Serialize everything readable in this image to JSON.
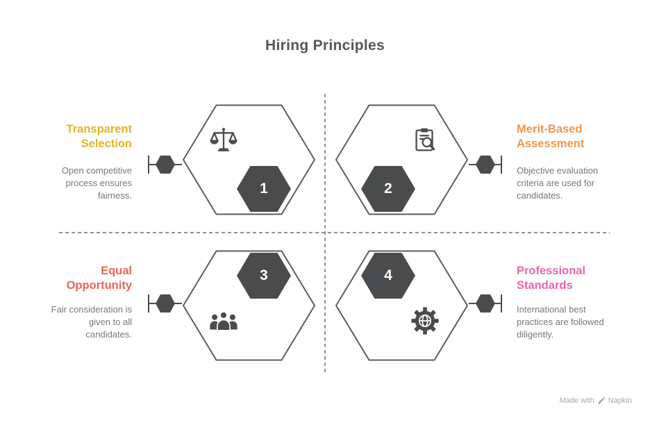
{
  "page": {
    "title": "Hiring Principles"
  },
  "colors": {
    "heading": "#55565A",
    "body_text": "#77787B",
    "hexagon_fill": "#4A4B4D",
    "hexagon_stroke": "#5B5C5F",
    "divider": "#8F9093",
    "footer_text": "#A7A8AA"
  },
  "principles": [
    {
      "number": "1",
      "title": "Transparent Selection",
      "description": "Open competitive process ensures fairness.",
      "color": "#E6B422",
      "icon": "scales-icon"
    },
    {
      "number": "2",
      "title": "Merit-Based Assessment",
      "description": "Objective evaluation criteria are used for candidates.",
      "color": "#F0964C",
      "icon": "clipboard-search-icon"
    },
    {
      "number": "3",
      "title": "Equal Opportunity",
      "description": "Fair consideration is given to all candidates.",
      "color": "#F2615A",
      "icon": "people-group-icon"
    },
    {
      "number": "4",
      "title": "Professional Standards",
      "description": "International best practices are followed diligently.",
      "color": "#EB64B1",
      "icon": "globe-gear-icon"
    }
  ],
  "footer": {
    "made_with": "Made with",
    "brand": "Napkin"
  }
}
